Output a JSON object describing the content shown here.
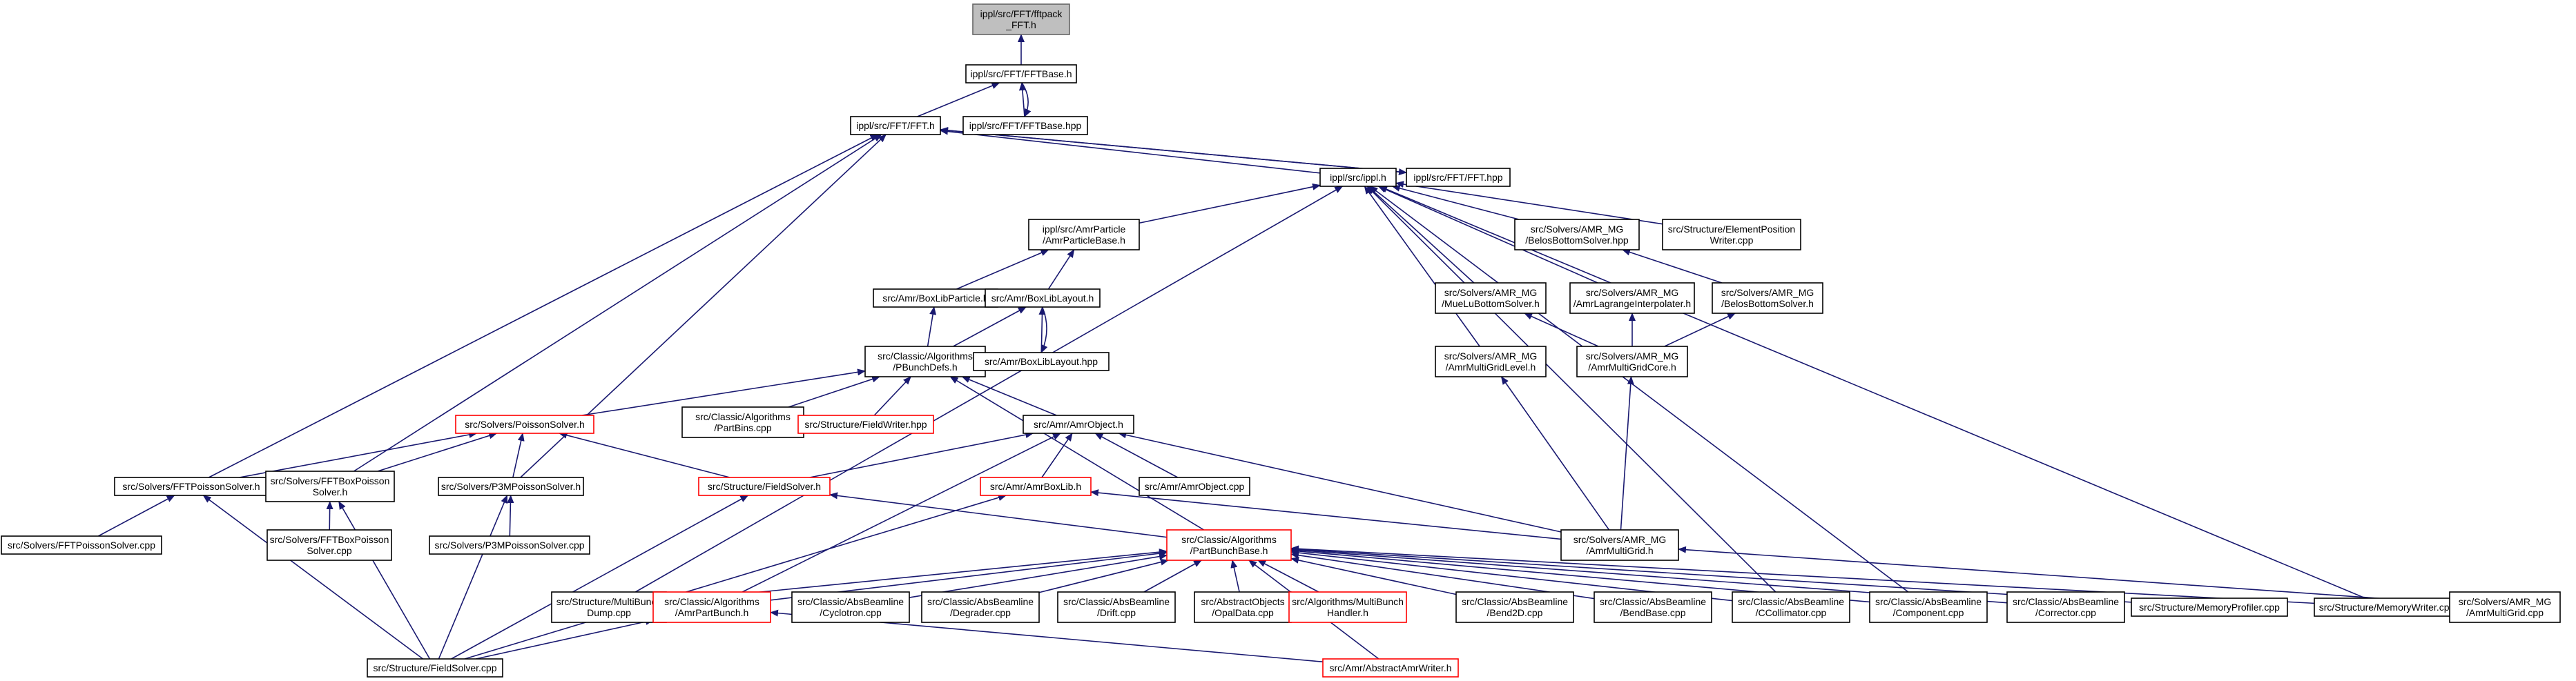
{
  "diagram": {
    "type": "include-dependency-graph",
    "colors": {
      "edge": "#191970",
      "node_border": "#000000",
      "node_border_incomplete": "#ff0000",
      "root_fill": "#bfbfbf",
      "background": "#ffffff"
    },
    "nodes": [
      {
        "id": "fftpack",
        "lines": [
          "ippl/src/FFT/fftpack",
          "_FFT.h"
        ],
        "style": "root"
      },
      {
        "id": "fftbase_h",
        "lines": [
          "ippl/src/FFT/FFTBase.h"
        ]
      },
      {
        "id": "fft_h",
        "lines": [
          "ippl/src/FFT/FFT.h"
        ]
      },
      {
        "id": "fftbase_hpp",
        "lines": [
          "ippl/src/FFT/FFTBase.hpp"
        ]
      },
      {
        "id": "ippl_h",
        "lines": [
          "ippl/src/ippl.h"
        ]
      },
      {
        "id": "fft_hpp",
        "lines": [
          "ippl/src/FFT/FFT.hpp"
        ]
      },
      {
        "id": "amrparticlebase",
        "lines": [
          "ippl/src/AmrParticle",
          "/AmrParticleBase.h"
        ]
      },
      {
        "id": "babtbs_hpp",
        "lines": [
          "src/Solvers/AMR_MG",
          "/BelosBottomSolver.hpp"
        ]
      },
      {
        "id": "elementpos",
        "lines": [
          "src/Structure/ElementPosition",
          "Writer.cpp"
        ]
      },
      {
        "id": "boxlibparticle",
        "lines": [
          "src/Amr/BoxLibParticle.h"
        ]
      },
      {
        "id": "boxliblayout_h",
        "lines": [
          "src/Amr/BoxLibLayout.h"
        ]
      },
      {
        "id": "muelu",
        "lines": [
          "src/Solvers/AMR_MG",
          "/MueLuBottomSolver.h"
        ]
      },
      {
        "id": "lagrange",
        "lines": [
          "src/Solvers/AMR_MG",
          "/AmrLagrangeInterpolater.h"
        ]
      },
      {
        "id": "belos_h",
        "lines": [
          "src/Solvers/AMR_MG",
          "/BelosBottomSolver.h"
        ]
      },
      {
        "id": "pbunchdefs",
        "lines": [
          "src/Classic/Algorithms",
          "/PBunchDefs.h"
        ]
      },
      {
        "id": "boxliblayout_hpp",
        "lines": [
          "src/Amr/BoxLibLayout.hpp"
        ]
      },
      {
        "id": "amrmglevel",
        "lines": [
          "src/Solvers/AMR_MG",
          "/AmrMultiGridLevel.h"
        ]
      },
      {
        "id": "amrmgcore",
        "lines": [
          "src/Solvers/AMR_MG",
          "/AmrMultiGridCore.h"
        ]
      },
      {
        "id": "poisson",
        "lines": [
          "src/Solvers/PoissonSolver.h"
        ],
        "style": "red"
      },
      {
        "id": "partbins",
        "lines": [
          "src/Classic/Algorithms",
          "/PartBins.cpp"
        ]
      },
      {
        "id": "fieldwriter",
        "lines": [
          "src/Structure/FieldWriter.hpp"
        ],
        "style": "red"
      },
      {
        "id": "amrobject_h",
        "lines": [
          "src/Amr/AmrObject.h"
        ]
      },
      {
        "id": "fftpoisson_h",
        "lines": [
          "src/Solvers/FFTPoissonSolver.h"
        ]
      },
      {
        "id": "fftbox_h",
        "lines": [
          "src/Solvers/FFTBoxPoisson",
          "Solver.h"
        ]
      },
      {
        "id": "p3m_h",
        "lines": [
          "src/Solvers/P3MPoissonSolver.h"
        ]
      },
      {
        "id": "fieldsolver_h",
        "lines": [
          "src/Structure/FieldSolver.h"
        ],
        "style": "red"
      },
      {
        "id": "amrboxlib",
        "lines": [
          "src/Amr/AmrBoxLib.h"
        ],
        "style": "red"
      },
      {
        "id": "amrobject_cpp",
        "lines": [
          "src/Amr/AmrObject.cpp"
        ]
      },
      {
        "id": "amrmultigrid_h",
        "lines": [
          "src/Solvers/AMR_MG",
          "/AmrMultiGrid.h"
        ]
      },
      {
        "id": "fftpoisson_cpp",
        "lines": [
          "src/Solvers/FFTPoissonSolver.cpp"
        ]
      },
      {
        "id": "fftbox_cpp",
        "lines": [
          "src/Solvers/FFTBoxPoisson",
          "Solver.cpp"
        ]
      },
      {
        "id": "p3m_cpp",
        "lines": [
          "src/Solvers/P3MPoissonSolver.cpp"
        ]
      },
      {
        "id": "partbunchbase",
        "lines": [
          "src/Classic/Algorithms",
          "/PartBunchBase.h"
        ],
        "style": "red"
      },
      {
        "id": "multibunchdump",
        "lines": [
          "src/Structure/MultiBunch",
          "Dump.cpp"
        ]
      },
      {
        "id": "amrpartbunch",
        "lines": [
          "src/Classic/Algorithms",
          "/AmrPartBunch.h"
        ],
        "style": "red"
      },
      {
        "id": "cyclotron",
        "lines": [
          "src/Classic/AbsBeamline",
          "/Cyclotron.cpp"
        ]
      },
      {
        "id": "degrader",
        "lines": [
          "src/Classic/AbsBeamline",
          "/Degrader.cpp"
        ]
      },
      {
        "id": "drift",
        "lines": [
          "src/Classic/AbsBeamline",
          "/Drift.cpp"
        ]
      },
      {
        "id": "opaldata",
        "lines": [
          "src/AbstractObjects",
          "/OpalData.cpp"
        ]
      },
      {
        "id": "mbhandler",
        "lines": [
          "src/Algorithms/MultiBunch",
          "Handler.h"
        ],
        "style": "red"
      },
      {
        "id": "bend2d",
        "lines": [
          "src/Classic/AbsBeamline",
          "/Bend2D.cpp"
        ]
      },
      {
        "id": "bendbase",
        "lines": [
          "src/Classic/AbsBeamline",
          "/BendBase.cpp"
        ]
      },
      {
        "id": "ccollimator",
        "lines": [
          "src/Classic/AbsBeamline",
          "/CCollimator.cpp"
        ]
      },
      {
        "id": "component",
        "lines": [
          "src/Classic/AbsBeamline",
          "/Component.cpp"
        ]
      },
      {
        "id": "corrector",
        "lines": [
          "src/Classic/AbsBeamline",
          "/Corrector.cpp"
        ]
      },
      {
        "id": "memprofiler",
        "lines": [
          "src/Structure/MemoryProfiler.cpp"
        ]
      },
      {
        "id": "memwriter",
        "lines": [
          "src/Structure/MemoryWriter.cpp"
        ]
      },
      {
        "id": "amrmultigrid_cpp",
        "lines": [
          "src/Solvers/AMR_MG",
          "/AmrMultiGrid.cpp"
        ]
      },
      {
        "id": "fieldsolver_cpp",
        "lines": [
          "src/Structure/FieldSolver.cpp"
        ]
      },
      {
        "id": "amrwriter",
        "lines": [
          "src/Amr/AbstractAmrWriter.h"
        ],
        "style": "red"
      }
    ],
    "edges": [
      [
        "fftbase_h",
        "fftpack"
      ],
      [
        "fft_h",
        "fftbase_h"
      ],
      [
        "fftbase_hpp",
        "fftbase_h"
      ],
      [
        "fftbase_h",
        "fftbase_hpp"
      ],
      [
        "ippl_h",
        "fft_h"
      ],
      [
        "fft_hpp",
        "fft_h"
      ],
      [
        "fft_h",
        "fft_hpp"
      ],
      [
        "fftpoisson_h",
        "fft_h"
      ],
      [
        "fftbox_h",
        "fft_h"
      ],
      [
        "p3m_h",
        "fft_h"
      ],
      [
        "amrparticlebase",
        "ippl_h"
      ],
      [
        "babtbs_hpp",
        "ippl_h"
      ],
      [
        "elementpos",
        "ippl_h"
      ],
      [
        "muelu",
        "ippl_h"
      ],
      [
        "lagrange",
        "ippl_h"
      ],
      [
        "amrmglevel",
        "ippl_h"
      ],
      [
        "multibunchdump",
        "ippl_h"
      ],
      [
        "component",
        "ippl_h"
      ],
      [
        "ccollimator",
        "ippl_h"
      ],
      [
        "memwriter",
        "ippl_h"
      ],
      [
        "boxlibparticle",
        "amrparticlebase"
      ],
      [
        "boxliblayout_h",
        "amrparticlebase"
      ],
      [
        "belos_h",
        "babtbs_hpp"
      ],
      [
        "pbunchdefs",
        "boxlibparticle"
      ],
      [
        "pbunchdefs",
        "boxliblayout_h"
      ],
      [
        "boxliblayout_hpp",
        "boxliblayout_h"
      ],
      [
        "boxliblayout_h",
        "boxliblayout_hpp"
      ],
      [
        "amrmgcore",
        "muelu"
      ],
      [
        "amrmgcore",
        "lagrange"
      ],
      [
        "amrmgcore",
        "belos_h"
      ],
      [
        "poisson",
        "pbunchdefs"
      ],
      [
        "partbins",
        "pbunchdefs"
      ],
      [
        "fieldwriter",
        "pbunchdefs"
      ],
      [
        "amrobject_h",
        "pbunchdefs"
      ],
      [
        "partbunchbase",
        "pbunchdefs"
      ],
      [
        "amrmultigrid_h",
        "amrmglevel"
      ],
      [
        "amrmultigrid_h",
        "amrmgcore"
      ],
      [
        "fftpoisson_h",
        "poisson"
      ],
      [
        "fftbox_h",
        "poisson"
      ],
      [
        "p3m_h",
        "poisson"
      ],
      [
        "fieldsolver_h",
        "poisson"
      ],
      [
        "fieldsolver_h",
        "amrobject_h"
      ],
      [
        "amrboxlib",
        "amrobject_h"
      ],
      [
        "amrobject_cpp",
        "amrobject_h"
      ],
      [
        "amrmultigrid_h",
        "amrobject_h"
      ],
      [
        "amrpartbunch",
        "amrobject_h"
      ],
      [
        "fftpoisson_cpp",
        "fftpoisson_h"
      ],
      [
        "fftbox_cpp",
        "fftbox_h"
      ],
      [
        "p3m_cpp",
        "p3m_h"
      ],
      [
        "fieldsolver_cpp",
        "fftpoisson_h"
      ],
      [
        "fieldsolver_cpp",
        "fftbox_h"
      ],
      [
        "fieldsolver_cpp",
        "p3m_h"
      ],
      [
        "fieldsolver_cpp",
        "fieldsolver_h"
      ],
      [
        "partbunchbase",
        "fieldsolver_h"
      ],
      [
        "amrmultigrid_h",
        "amrboxlib"
      ],
      [
        "fieldsolver_cpp",
        "amrboxlib"
      ],
      [
        "amrmultigrid_cpp",
        "amrmultigrid_h"
      ],
      [
        "multibunchdump",
        "partbunchbase"
      ],
      [
        "amrpartbunch",
        "partbunchbase"
      ],
      [
        "cyclotron",
        "partbunchbase"
      ],
      [
        "degrader",
        "partbunchbase"
      ],
      [
        "drift",
        "partbunchbase"
      ],
      [
        "opaldata",
        "partbunchbase"
      ],
      [
        "mbhandler",
        "partbunchbase"
      ],
      [
        "bend2d",
        "partbunchbase"
      ],
      [
        "bendbase",
        "partbunchbase"
      ],
      [
        "ccollimator",
        "partbunchbase"
      ],
      [
        "component",
        "partbunchbase"
      ],
      [
        "corrector",
        "partbunchbase"
      ],
      [
        "memprofiler",
        "partbunchbase"
      ],
      [
        "memwriter",
        "partbunchbase"
      ],
      [
        "amrwriter",
        "partbunchbase"
      ],
      [
        "fieldsolver_cpp",
        "amrpartbunch"
      ],
      [
        "amrwriter",
        "amrpartbunch"
      ]
    ]
  }
}
